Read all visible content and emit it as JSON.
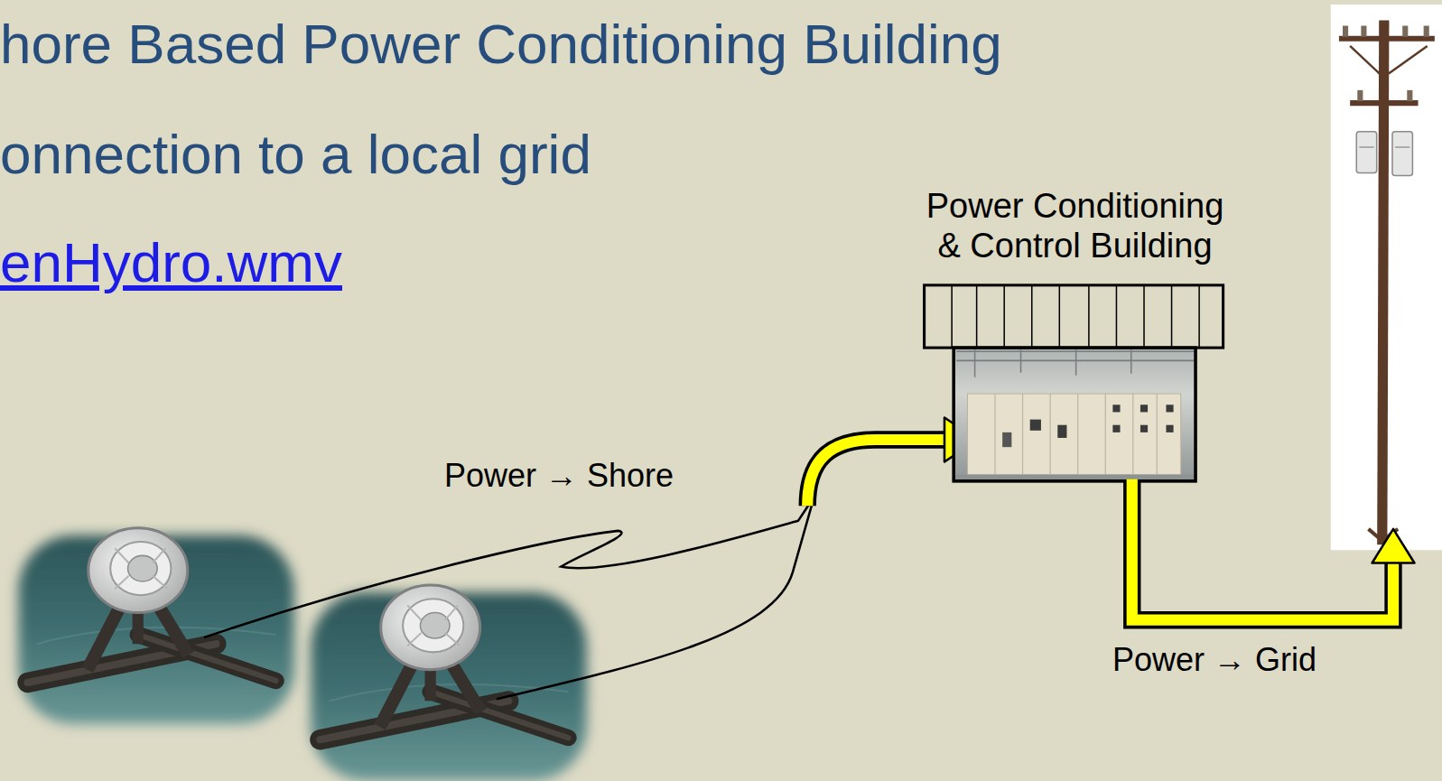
{
  "diagram": {
    "nodes": [
      {
        "text": [
          "Power Conditioning & Control Building"
        ]
      }
    ],
    "labels": [
      "hore Based Power Conditioning Building",
      "onnection to a local grid",
      "enHydro.wmv",
      "Power → Shore",
      "Power → Grid"
    ]
  }
}
